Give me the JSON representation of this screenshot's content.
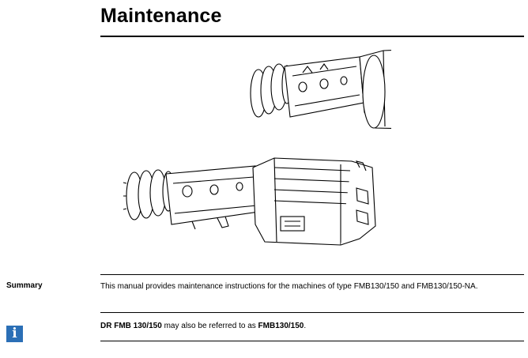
{
  "page": {
    "title": "Maintenance"
  },
  "summary": {
    "label": "Summary",
    "text": "This manual provides maintenance instructions for the machines of type FMB130/150 and FMB130/150-NA."
  },
  "note": {
    "icon": "info-icon",
    "bold_1": "DR FMB 130/150",
    "text_1": " may also be referred to as ",
    "bold_2": "FMB130/150",
    "text_2": "."
  },
  "colors": {
    "info_blue": "#2b6fb6"
  }
}
